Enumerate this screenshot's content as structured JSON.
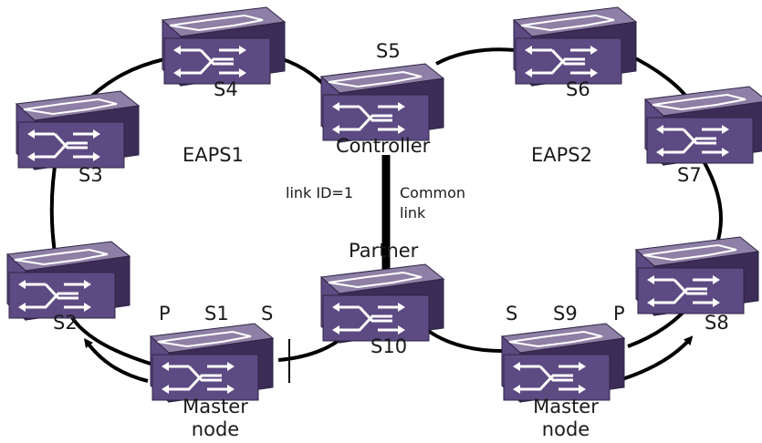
{
  "rings": {
    "eaps1": "EAPS1",
    "eaps2": "EAPS2"
  },
  "switches": {
    "s1": "S1",
    "s2": "S2",
    "s3": "S3",
    "s4": "S4",
    "s5": "S5",
    "s6": "S6",
    "s7": "S7",
    "s8": "S8",
    "s9": "S9",
    "s10": "S10"
  },
  "roles": {
    "controller": "Controller",
    "partner": "Partner",
    "master_left_line1": "Master",
    "master_left_line2": "node",
    "master_right_line1": "Master",
    "master_right_line2": "node"
  },
  "ports": {
    "left_primary": "P",
    "left_secondary": "S",
    "right_secondary": "S",
    "right_primary": "P"
  },
  "link": {
    "id_label": "link ID=1",
    "common_line1": "Common",
    "common_line2": "link"
  },
  "colors": {
    "switch_top": "#8d7fa5",
    "switch_front": "#5c4a82",
    "switch_side": "#3b2d57",
    "link": "#000000"
  }
}
